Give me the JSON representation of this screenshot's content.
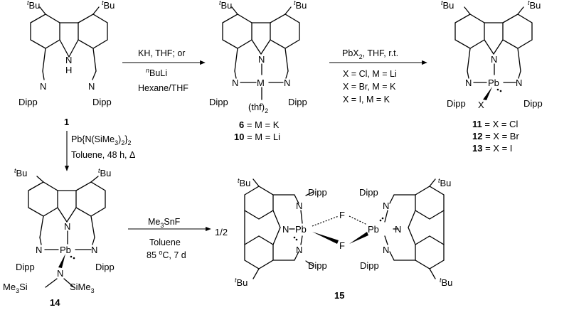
{
  "compound_1": {
    "number": "1",
    "tbu_left": "Bu",
    "tbu_right": "Bu",
    "tbu_sup": "t",
    "nh": "N",
    "h": "H",
    "imine_n": "N",
    "dipp": "Dipp"
  },
  "compound_6_10": {
    "tbu": "Bu",
    "tbu_sup": "t",
    "n": "N",
    "m": "M",
    "thf": "(thf)",
    "thf_sub": "2",
    "dipp": "Dipp",
    "caption_6_num": "6",
    "caption_6_rest": " = M = K",
    "caption_10_num": "10",
    "caption_10_rest": " = M = Li"
  },
  "compound_11_13": {
    "tbu": "Bu",
    "tbu_sup": "t",
    "n": "N",
    "pb": "Pb",
    "x": "X",
    "dipp": "Dipp",
    "caption_11_num": "11",
    "caption_11_rest": " = X = Cl",
    "caption_12_num": "12",
    "caption_12_rest": " = X = Br",
    "caption_13_num": "13",
    "caption_13_rest": " = X = I"
  },
  "compound_14": {
    "number": "14",
    "tbu": "Bu",
    "tbu_sup": "t",
    "n": "N",
    "pb": "Pb",
    "dipp": "Dipp",
    "me3si_left": "Me",
    "me3si_left_sub": "3",
    "me3si_left_rest": "Si",
    "sime3_right": "SiMe",
    "sime3_right_sub": "3"
  },
  "compound_15": {
    "number": "15",
    "fraction": "1/2",
    "tbu": "Bu",
    "tbu_sup": "t",
    "n": "N",
    "pb": "Pb",
    "f": "F",
    "dipp": "Dipp"
  },
  "arrow_1_to_6": {
    "line1": "KH, THF; or",
    "line2_sup": "n",
    "line2": "BuLi",
    "line3": "Hexane/THF"
  },
  "arrow_6_to_11": {
    "line1_a": "PbX",
    "line1_sub": "2",
    "line1_b": ", THF, r.t.",
    "line2": "X = Cl, M = Li",
    "line3": "X = Br, M = K",
    "line4": "X = I, M = K"
  },
  "arrow_1_to_14": {
    "line1_a": "Pb{N(SiMe",
    "line1_sub1": "3",
    "line1_b": ")",
    "line1_sub2": "2",
    "line1_c": "}",
    "line1_sub3": "2",
    "line2": "Toluene, 48 h, Δ"
  },
  "arrow_14_to_15": {
    "line1_a": "Me",
    "line1_sub": "3",
    "line1_b": "SnF",
    "line2": "Toluene",
    "line3_a": "85 ",
    "line3_sup": "o",
    "line3_b": "C, 7 d"
  }
}
